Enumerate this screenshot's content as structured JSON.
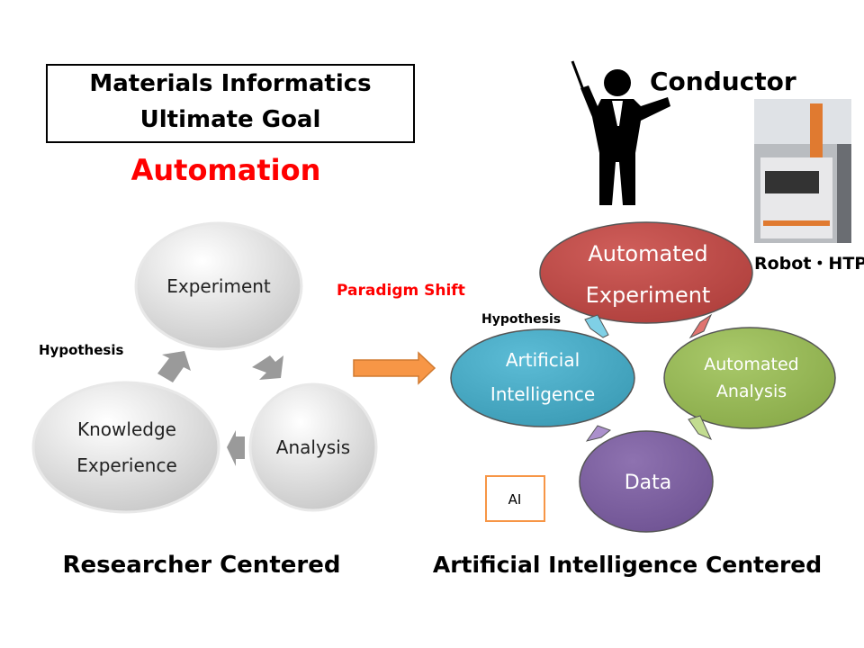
{
  "title_box": {
    "line1": "Materials Informatics",
    "line2": "Ultimate Goal"
  },
  "goal": "Automation",
  "conductor_label": "Conductor",
  "robot_label": "Robot・HTP",
  "paradigm_shift": "Paradigm Shift",
  "left_cycle": {
    "hypothesis": "Hypothesis",
    "experiment": "Experiment",
    "analysis": "Analysis",
    "knowledge_line1": "Knowledge",
    "knowledge_line2": "Experience",
    "caption": "Researcher Centered"
  },
  "right_cycle": {
    "hypothesis": "Hypothesis",
    "auto_exp_line1": "Automated",
    "auto_exp_line2": "Experiment",
    "auto_an_line1": "Automated",
    "auto_an_line2": "Analysis",
    "data": "Data",
    "ai_line1": "Artificial",
    "ai_line2": "Intelligence",
    "ai_box": "AI",
    "caption": "Artificial Intelligence Centered"
  },
  "colors": {
    "red": "#c0504d",
    "blue": "#4bacc6",
    "green": "#9bbb59",
    "purple": "#8064a2",
    "orange": "#f79646",
    "accent_red": "#ff0000"
  }
}
